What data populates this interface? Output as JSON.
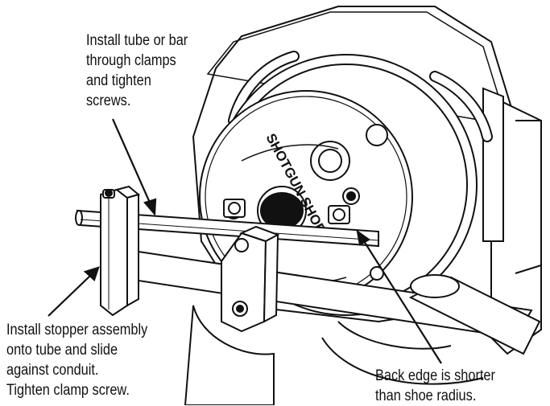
{
  "callouts": {
    "top": "Install tube or bar\nthrough clamps\nand tighten\nscrews.",
    "left": "Install stopper assembly\nonto tube and slide\nagainst conduit.\nTighten clamp screw.",
    "right": "Back edge is shorter\nthan shoe radius."
  },
  "shoe_label": "SHOTGUN SHOE",
  "colors": {
    "line": "#111111",
    "background": "#ffffff"
  }
}
